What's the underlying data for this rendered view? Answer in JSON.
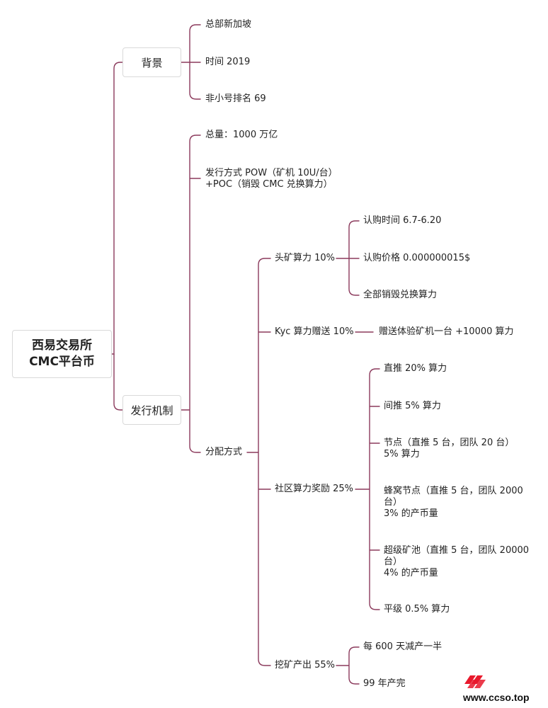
{
  "root": {
    "line1": "西易交易所",
    "line2": "CMC平台币"
  },
  "background": {
    "label": "背景",
    "items": [
      "总部新加坡",
      "时间 2019",
      "非小号排名 69"
    ]
  },
  "issuance": {
    "label": "发行机制",
    "total": "总量：1000 万亿",
    "method_line1": "发行方式 POW（矿机 10U/台）",
    "method_line2": "+POC（销毁 CMC 兑换算力）",
    "distribution": {
      "label": "分配方式",
      "first_mine": {
        "label": "头矿算力 10%",
        "items": [
          "认购时间 6.7-6.20",
          "认购价格 0.000000015$",
          "全部销毁兑换算力"
        ]
      },
      "kyc": {
        "label": "Kyc 算力赠送 10%",
        "item": "赠送体验矿机一台 +10000 算力"
      },
      "community": {
        "label": "社区算力奖励 25%",
        "items": [
          "直推 20% 算力",
          "间推 5% 算力",
          "节点（直推 5 台，团队 20 台）",
          "5% 算力",
          "蜂窝节点（直推 5 台，团队 2000",
          "台）",
          "3% 的产币量",
          "超级矿池（直推 5 台，团队 20000",
          "台）",
          "4% 的产币量",
          "平级 0.5% 算力"
        ]
      },
      "mining": {
        "label": "挖矿产出 55%",
        "items": [
          "每 600 天减产一半",
          "99 年产完"
        ]
      }
    }
  },
  "watermark": {
    "text": "www.ccso.top",
    "logo": "ccso-logo-icon",
    "color": "#e8192c"
  },
  "colors": {
    "edge": "#8b3a5c"
  }
}
